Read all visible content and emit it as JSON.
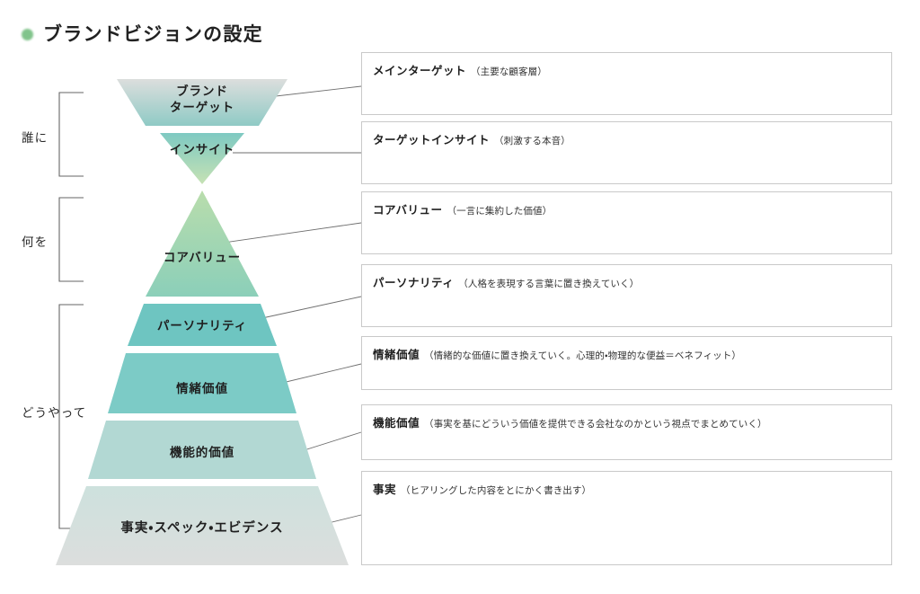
{
  "header": {
    "title": "ブランドビジョンの設定",
    "bullet_color": "#6cba78"
  },
  "brackets": [
    {
      "key": "who",
      "label": "誰に"
    },
    {
      "key": "what",
      "label": "何を"
    },
    {
      "key": "how",
      "label": "どうやって"
    }
  ],
  "pyramid": {
    "layers": [
      {
        "key": "brand-target",
        "label": "ブランド\nターゲット",
        "shape": "inverted-trapezoid",
        "color_top": "#dcdedd",
        "color_bottom": "#8fcac5"
      },
      {
        "key": "insight",
        "label": "インサイト",
        "shape": "inverted-triangle",
        "color_top": "#7ec9c2",
        "color_bottom": "#bfe0b0"
      },
      {
        "key": "core-value",
        "label": "コアバリュー",
        "shape": "triangle",
        "color_top": "#b7dcab",
        "color_bottom": "#8ccfb9"
      },
      {
        "key": "personality",
        "label": "パーソナリティ",
        "shape": "trapezoid",
        "color_top": "#6ec5c1",
        "color_bottom": "#6ec5c1"
      },
      {
        "key": "emotion-value",
        "label": "情緒価値",
        "shape": "trapezoid",
        "color_top": "#7ccbc6",
        "color_bottom": "#7ccbc6"
      },
      {
        "key": "functional-value",
        "label": "機能的価値",
        "shape": "trapezoid",
        "color_top": "#b2d8d3",
        "color_bottom": "#b2d8d3"
      },
      {
        "key": "facts",
        "label": "事実・スペック・エビデンス",
        "shape": "trapezoid",
        "color_top": "#cfe0dd",
        "color_bottom": "#dcdedd"
      }
    ]
  },
  "notes": [
    {
      "key": "main-target",
      "title": "メインターゲット",
      "sub": "（主要な顧客層）"
    },
    {
      "key": "target-insight",
      "title": "ターゲットインサイト",
      "sub": "（刺激する本音）"
    },
    {
      "key": "core-value",
      "title": "コアバリュー",
      "sub": "（一言に集約した価値）"
    },
    {
      "key": "personality",
      "title": "パーソナリティ",
      "sub": "（人格を表現する言葉に置き換えていく）"
    },
    {
      "key": "emotional-value",
      "title": "情緒価値",
      "sub": "（情緒的な価値に置き換えていく。心理的・物理的な便益＝ベネフィット）"
    },
    {
      "key": "functional-value",
      "title": "機能価値",
      "sub": "（事実を基にどういう価値を提供できる会社なのかという視点でまとめていく）"
    },
    {
      "key": "facts",
      "title": "事実",
      "sub": "（ヒアリングした内容をとにかく書き出す）"
    }
  ]
}
